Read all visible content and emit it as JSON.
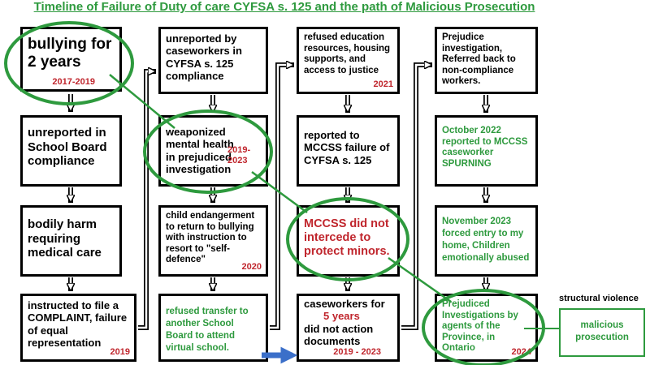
{
  "title": "Timeline of Failure of Duty of care CYFSA s. 125 and the path of Malicious Prosecution",
  "col1": {
    "b1": {
      "text": "bullying for 2 years",
      "year": "2017-2019"
    },
    "b2": {
      "text": "unreported in School Board compliance"
    },
    "b3": {
      "text": "bodily harm requiring medical care"
    },
    "b4": {
      "text": "instructed to file a COMPLAINT, failure of equal representation",
      "year": "2019"
    }
  },
  "col2": {
    "b1": {
      "text": "unreported by caseworkers in CYFSA s. 125 compliance"
    },
    "b2": {
      "text": "weaponized mental health in prejudiced investigation",
      "year": "2019-2023"
    },
    "b3": {
      "text": "child endangerment to return to bullying with instruction to resort to \"self-defence\"",
      "year": "2020"
    },
    "b4": {
      "text": "refused transfer to another School Board to attend virtual school."
    }
  },
  "col3": {
    "b1": {
      "text": "refused education resources, housing supports, and access to justice",
      "year": "2021"
    },
    "b2": {
      "text": "reported to MCCSS failure of CYFSA s. 125"
    },
    "b3": {
      "text": "MCCSS did not intercede to protect minors."
    },
    "b4": {
      "line1": "caseworkers for",
      "highlight": "5 years",
      "line2": "did not action documents",
      "year": "2019 - 2023"
    }
  },
  "col4": {
    "b1": {
      "text": "Prejudice investigation, Referred back to non-compliance workers."
    },
    "b2": {
      "text": "October 2022 reported to MCCSS caseworker SPURNING"
    },
    "b3": {
      "text": "November 2023 forced entry to my home, Children emotionally abused"
    },
    "b4": {
      "text": "Prejudiced Investigations by agents of the Province, in Ontario",
      "year": "2024"
    }
  },
  "side": {
    "label": "structural violence",
    "box": "malicious prosecution"
  },
  "colors": {
    "green": "#2e9a3e",
    "red": "#c0262d",
    "blue_arrow": "#3b6fc9",
    "border": "#000000"
  }
}
